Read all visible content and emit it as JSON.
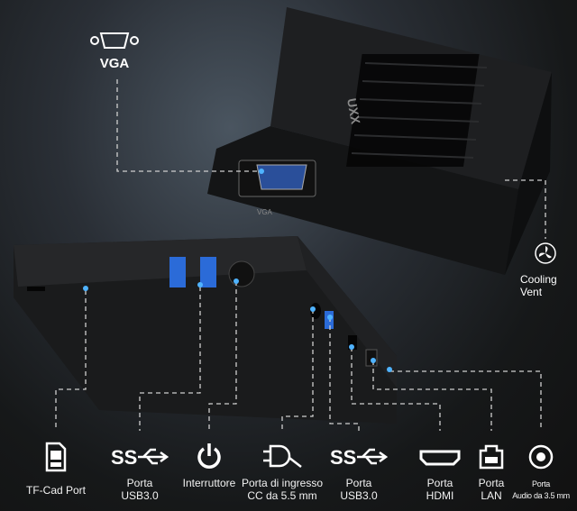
{
  "top_callouts": {
    "vga": {
      "label": "VGA",
      "icon": "vga-connector-icon"
    },
    "cooling": {
      "label": "Cooling Vent",
      "icon": "fan-icon"
    }
  },
  "device": {
    "logo": "UXX",
    "vga_port_label": "VGA"
  },
  "ports": [
    {
      "label": "TF-Cad Port",
      "icon": "sd-card-icon"
    },
    {
      "label": "Porta USB3.0",
      "line1": "Porta",
      "line2": "USB3.0",
      "icon": "usb3-icon"
    },
    {
      "label": "Interruttore",
      "icon": "power-icon"
    },
    {
      "label": "Porta di ingresso CC da 5.5 mm",
      "line1": "Porta di ingresso",
      "line2": "CC da 5.5 mm",
      "icon": "dc-plug-icon"
    },
    {
      "label": "Porta USB3.0",
      "line1": "Porta",
      "line2": "USB3.0",
      "icon": "usb3-icon"
    },
    {
      "label": "Porta HDMI",
      "line1": "Porta",
      "line2": "HDMI",
      "icon": "hdmi-icon"
    },
    {
      "label": "Porta LAN",
      "line1": "Porta",
      "line2": "LAN",
      "icon": "ethernet-icon"
    },
    {
      "label": "Porta Audio da 3.5 mm",
      "line1": "Porta",
      "line2": "Audio da 3.5 mm",
      "icon": "audio-jack-icon"
    }
  ]
}
